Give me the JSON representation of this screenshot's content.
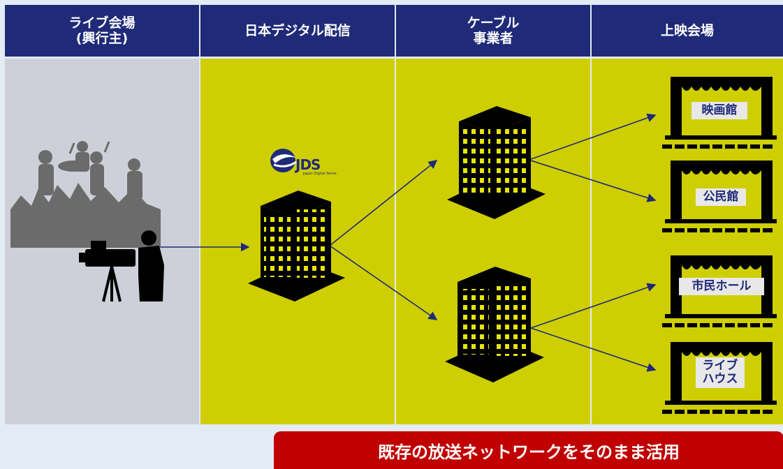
{
  "columns": [
    {
      "label": "ライブ会場\n(興行主)"
    },
    {
      "label": "日本デジタル配信"
    },
    {
      "label": "ケーブル\n事業者"
    },
    {
      "label": "上映会場"
    }
  ],
  "logo": {
    "text": "JDS",
    "subtext": "Japan Digital Serve"
  },
  "theaters": [
    {
      "label": "映画館"
    },
    {
      "label": "公民館"
    },
    {
      "label": "市民ホール"
    },
    {
      "label": "ライブ\nハウス"
    }
  ],
  "banner": {
    "text": "既存の放送ネットワークをそのまま活用"
  },
  "colors": {
    "header": "#1f2a78",
    "column_fill": "#cece00",
    "venue_fill": "#cdd0d8",
    "banner": "#c00000",
    "arrow": "#1f2a78"
  }
}
